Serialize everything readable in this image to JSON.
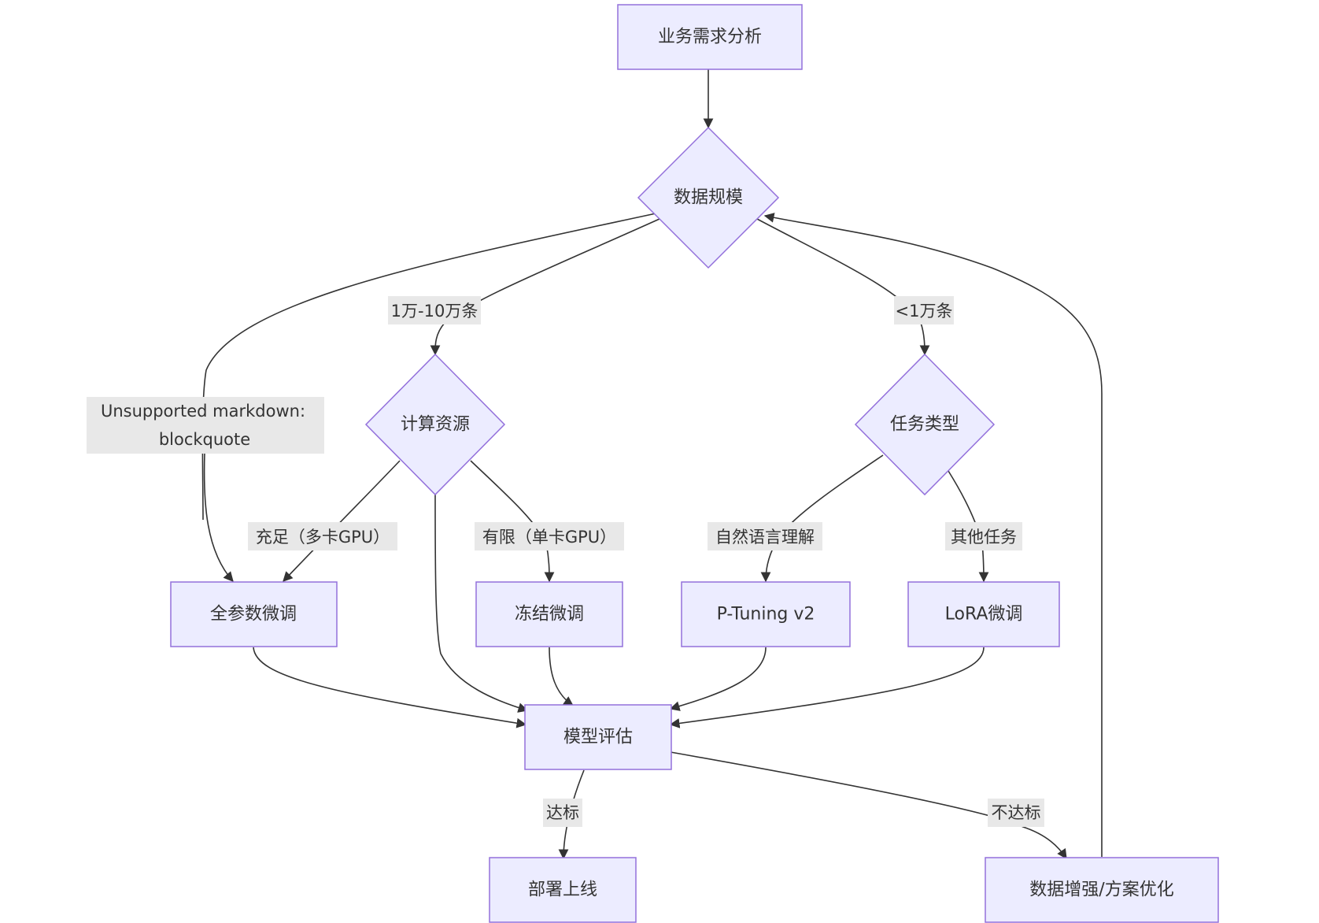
{
  "nodes": {
    "analysis": "业务需求分析",
    "data_scale": "数据规模",
    "compute": "计算资源",
    "task_type": "任务类型",
    "unsupported_line1": "Unsupported markdown:",
    "unsupported_line2": "blockquote",
    "full_finetune": "全参数微调",
    "freeze": "冻结微调",
    "ptuning": "P-Tuning v2",
    "lora": "LoRA微调",
    "evaluate": "模型评估",
    "deploy": "部署上线",
    "augment": "数据增强/方案优化"
  },
  "edge_labels": {
    "mid_scale": "1万-10万条",
    "small_scale": "<1万条",
    "sufficient": "充足（多卡GPU）",
    "limited": "有限（单卡GPU）",
    "nlu": "自然语言理解",
    "other": "其他任务",
    "pass": "达标",
    "fail": "不达标"
  },
  "colors": {
    "node_fill": "#ECECFF",
    "node_stroke": "#9370DB",
    "edge": "#333333",
    "label_bg": "#e8e8e8"
  }
}
